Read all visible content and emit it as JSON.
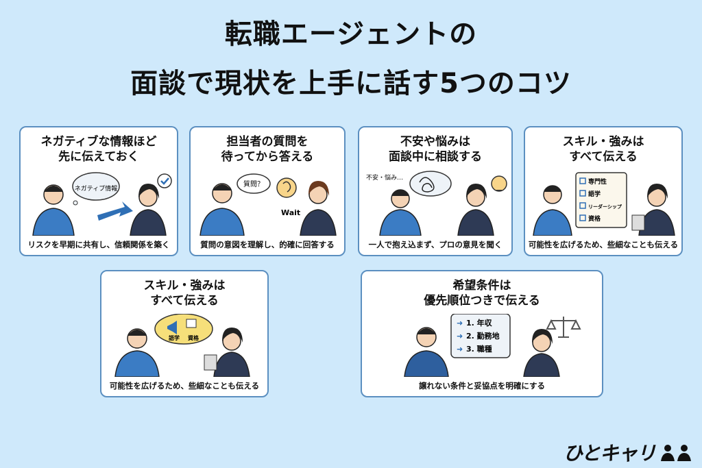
{
  "title": {
    "line1": "転職エージェントの",
    "line2": "面談で現状を上手に話す5つのコツ"
  },
  "cards": [
    {
      "head1": "ネガティブな情報ほど",
      "head2": "先に伝えておく",
      "bubble": "ネガティブ情報",
      "foot": "リスクを早期に共有し、信頼関係を築く"
    },
    {
      "head1": "担当者の質問を",
      "head2": "待ってから答える",
      "bubble": "質問？",
      "wait": "Wait",
      "foot": "質問の意図を理解し、的確に回答する"
    },
    {
      "head1": "不安や悩みは",
      "head2": "面談中に相談する",
      "bubble": "不安・悩み…",
      "foot": "一人で抱え込まず、プロの意見を聞く"
    },
    {
      "head1": "スキル・強みは",
      "head2": "すべて伝える",
      "items": [
        "専門性",
        "語学",
        "リーダーシップ",
        "資格"
      ],
      "foot": "可能性を広げるため、些細なことも伝える"
    },
    {
      "head1": "スキル・強みは",
      "head2": "すべて伝える",
      "items": [
        "語学",
        "資格"
      ],
      "foot": "可能性を広げるため、些細なことも伝える"
    },
    {
      "head1": "希望条件は",
      "head2": "優先順位つきで伝える",
      "items": [
        "1. 年収",
        "2. 勤務地",
        "3. 職種"
      ],
      "foot": "譲れない条件と妥協点を明確にする"
    }
  ],
  "logo": {
    "text": "ひとキャリ"
  },
  "colors": {
    "background": "#cfe9fb",
    "card_border": "#5b8fc0",
    "shirt_blue": "#3b7cc4",
    "suit_navy": "#2e3a55"
  }
}
